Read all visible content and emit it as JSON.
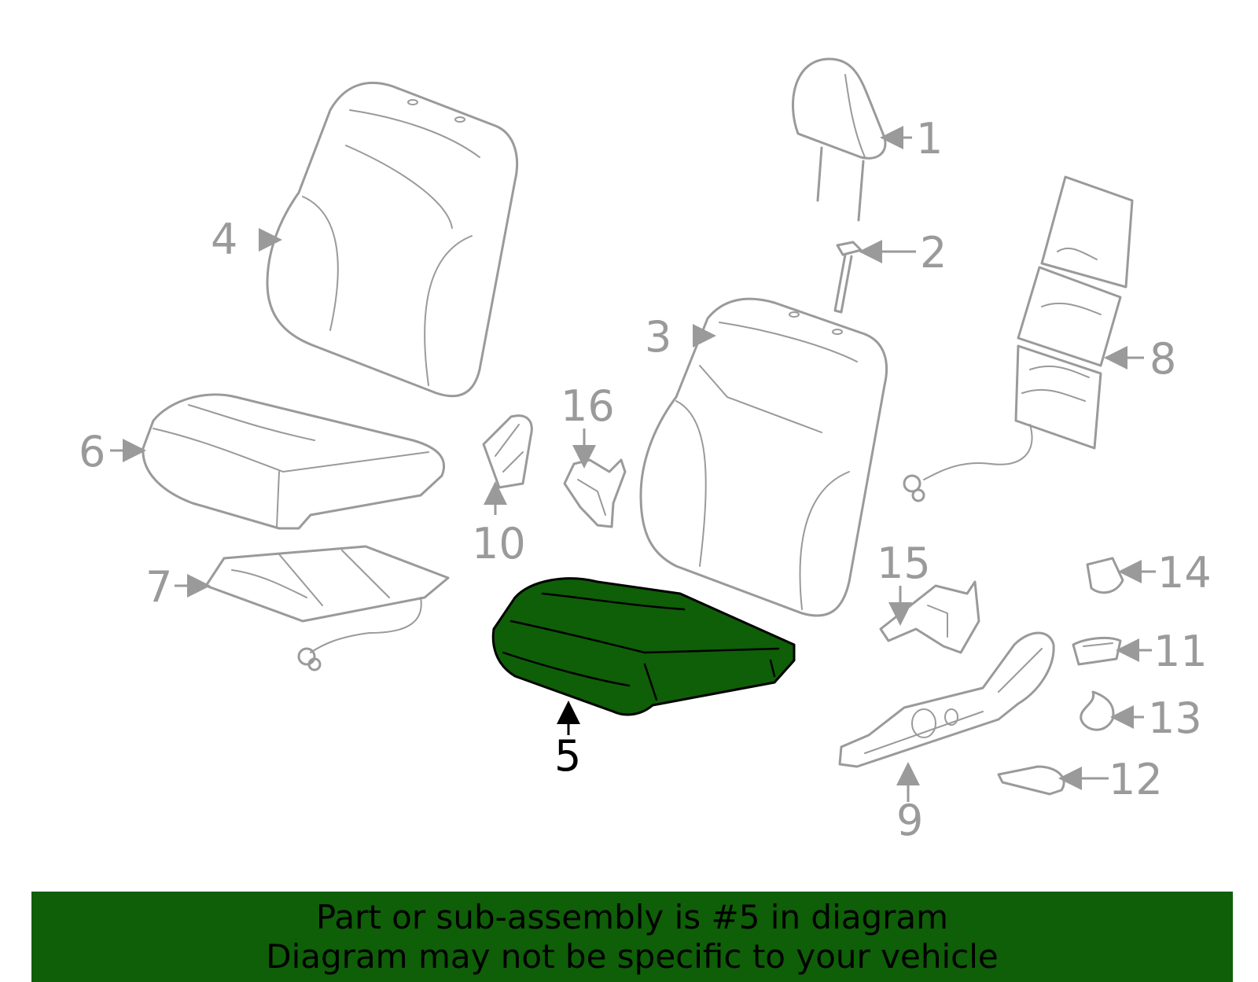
{
  "diagram": {
    "highlighted_part": "5",
    "callouts": [
      "1",
      "2",
      "3",
      "4",
      "5",
      "6",
      "7",
      "8",
      "9",
      "10",
      "11",
      "12",
      "13",
      "14",
      "15",
      "16"
    ],
    "colors": {
      "highlight": "#0f5e08",
      "line": "#9a9a9a",
      "highlight_outline": "#000000"
    }
  },
  "banner": {
    "line1": "Part or sub-assembly is #5 in diagram",
    "line2": "Diagram may not be specific to your vehicle"
  }
}
